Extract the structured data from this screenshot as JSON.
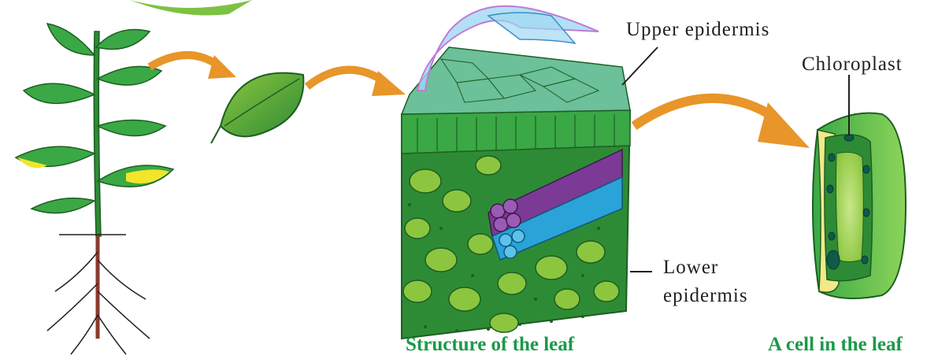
{
  "labels": {
    "upper_epidermis": "Upper epidermis",
    "chloroplast": "Chloroplast",
    "lower_epidermis_line1": "Lower",
    "lower_epidermis_line2": "epidermis"
  },
  "captions": {
    "structure": "Structure of the leaf",
    "cell": "A cell in the leaf"
  },
  "colors": {
    "arrow": "#e8952a",
    "caption": "#1a9a48",
    "leaf": "#2e9b3a",
    "leaf_light": "#8cc63f",
    "vein_purple": "#7b3a96",
    "vein_blue": "#2aa3d9",
    "root": "#8b3a2a",
    "cuticle": "#9fd8f2"
  },
  "icons": [
    "plant-illustration",
    "leaf-illustration",
    "leaf-cross-section-illustration",
    "leaf-cell-illustration"
  ]
}
